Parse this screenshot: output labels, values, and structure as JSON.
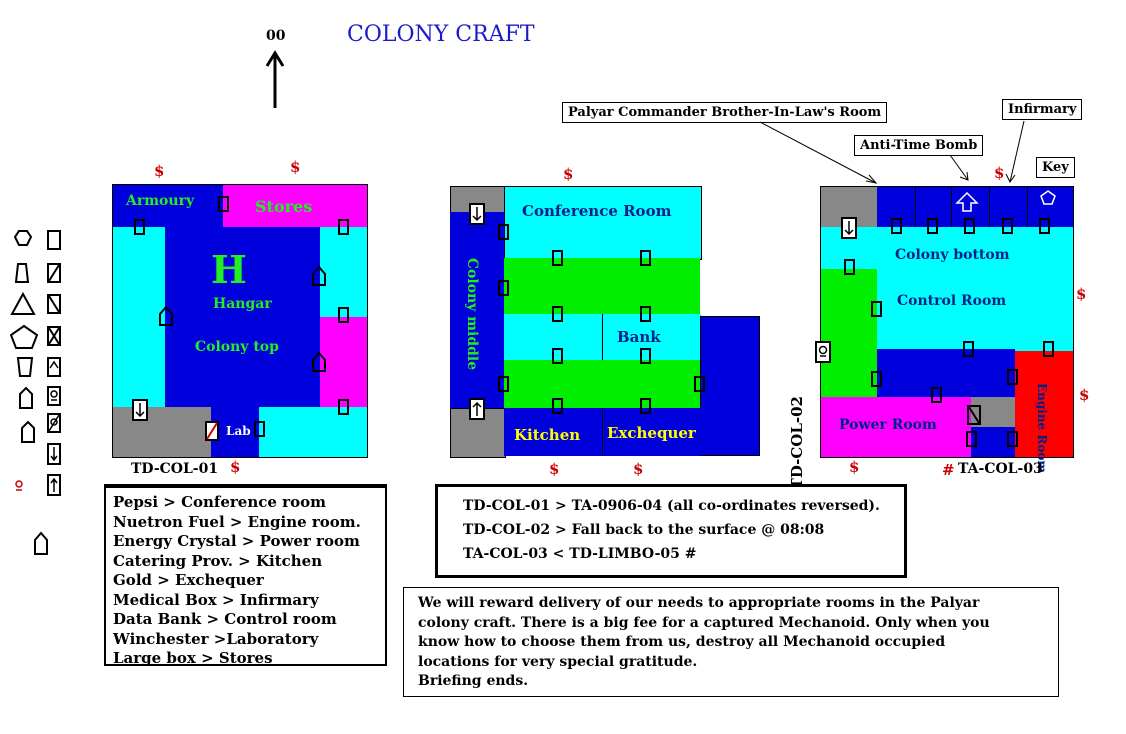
{
  "title": "COLONY CRAFT",
  "north_label": "00",
  "currency_marker": "$",
  "hash_marker": "#",
  "deck1": {
    "code": "TD-COL-01",
    "rooms": {
      "armoury": "Armoury",
      "stores": "Stores",
      "hangar_h": "H",
      "hangar": "Hangar",
      "colony_top": "Colony top",
      "lab": "Lab"
    }
  },
  "deck2": {
    "code": "TD-COL-02",
    "rooms": {
      "conference": "Conference Room",
      "colony_middle": "Colony middle",
      "bank": "Bank",
      "kitchen": "Kitchen",
      "exchequer": "Exchequer"
    }
  },
  "deck3": {
    "code": "TA-COL-03",
    "rooms": {
      "colony_bottom": "Colony bottom",
      "control": "Control Room",
      "power": "Power Room",
      "engine": "Engine Room"
    }
  },
  "callouts": {
    "palyar": "Palyar Commander Brother-In-Law's Room",
    "bomb": "Anti-Time Bomb",
    "infirmary": "Infirmary",
    "key": "Key"
  },
  "deliveries": [
    "Pepsi > Conference room",
    "Nuetron Fuel  >  Engine room.",
    "Energy Crystal  >  Power room",
    "Catering Prov. > Kitchen",
    "Gold > Exchequer",
    "Medical Box  > Infirmary",
    "Data Bank  > Control room",
    "Winchester >Laboratory",
    "Large box >  Stores"
  ],
  "teleports": [
    "TD-COL-01 > TA-0906-04 (all co-ordinates reversed).",
    "TD-COL-02 > Fall back to the surface @ 08:08",
    "TA-COL-03 < TD-LIMBO-05 #"
  ],
  "briefing": [
    "We will reward delivery of our needs to appropriate rooms in the Palyar",
    "colony craft.  There is a big fee for a captured Mechanoid.   Only when you",
    "know how to choose them from us, destroy all Mechanoid occupied",
    "locations for very special gratitude.",
    "Briefing ends."
  ],
  "colors": {
    "cyan": "#00ffff",
    "blue": "#0000dd",
    "magenta": "#ff00ff",
    "green": "#00ee00",
    "gray": "#888888",
    "red": "#ff0000",
    "title_blue": "#1a1acc"
  }
}
